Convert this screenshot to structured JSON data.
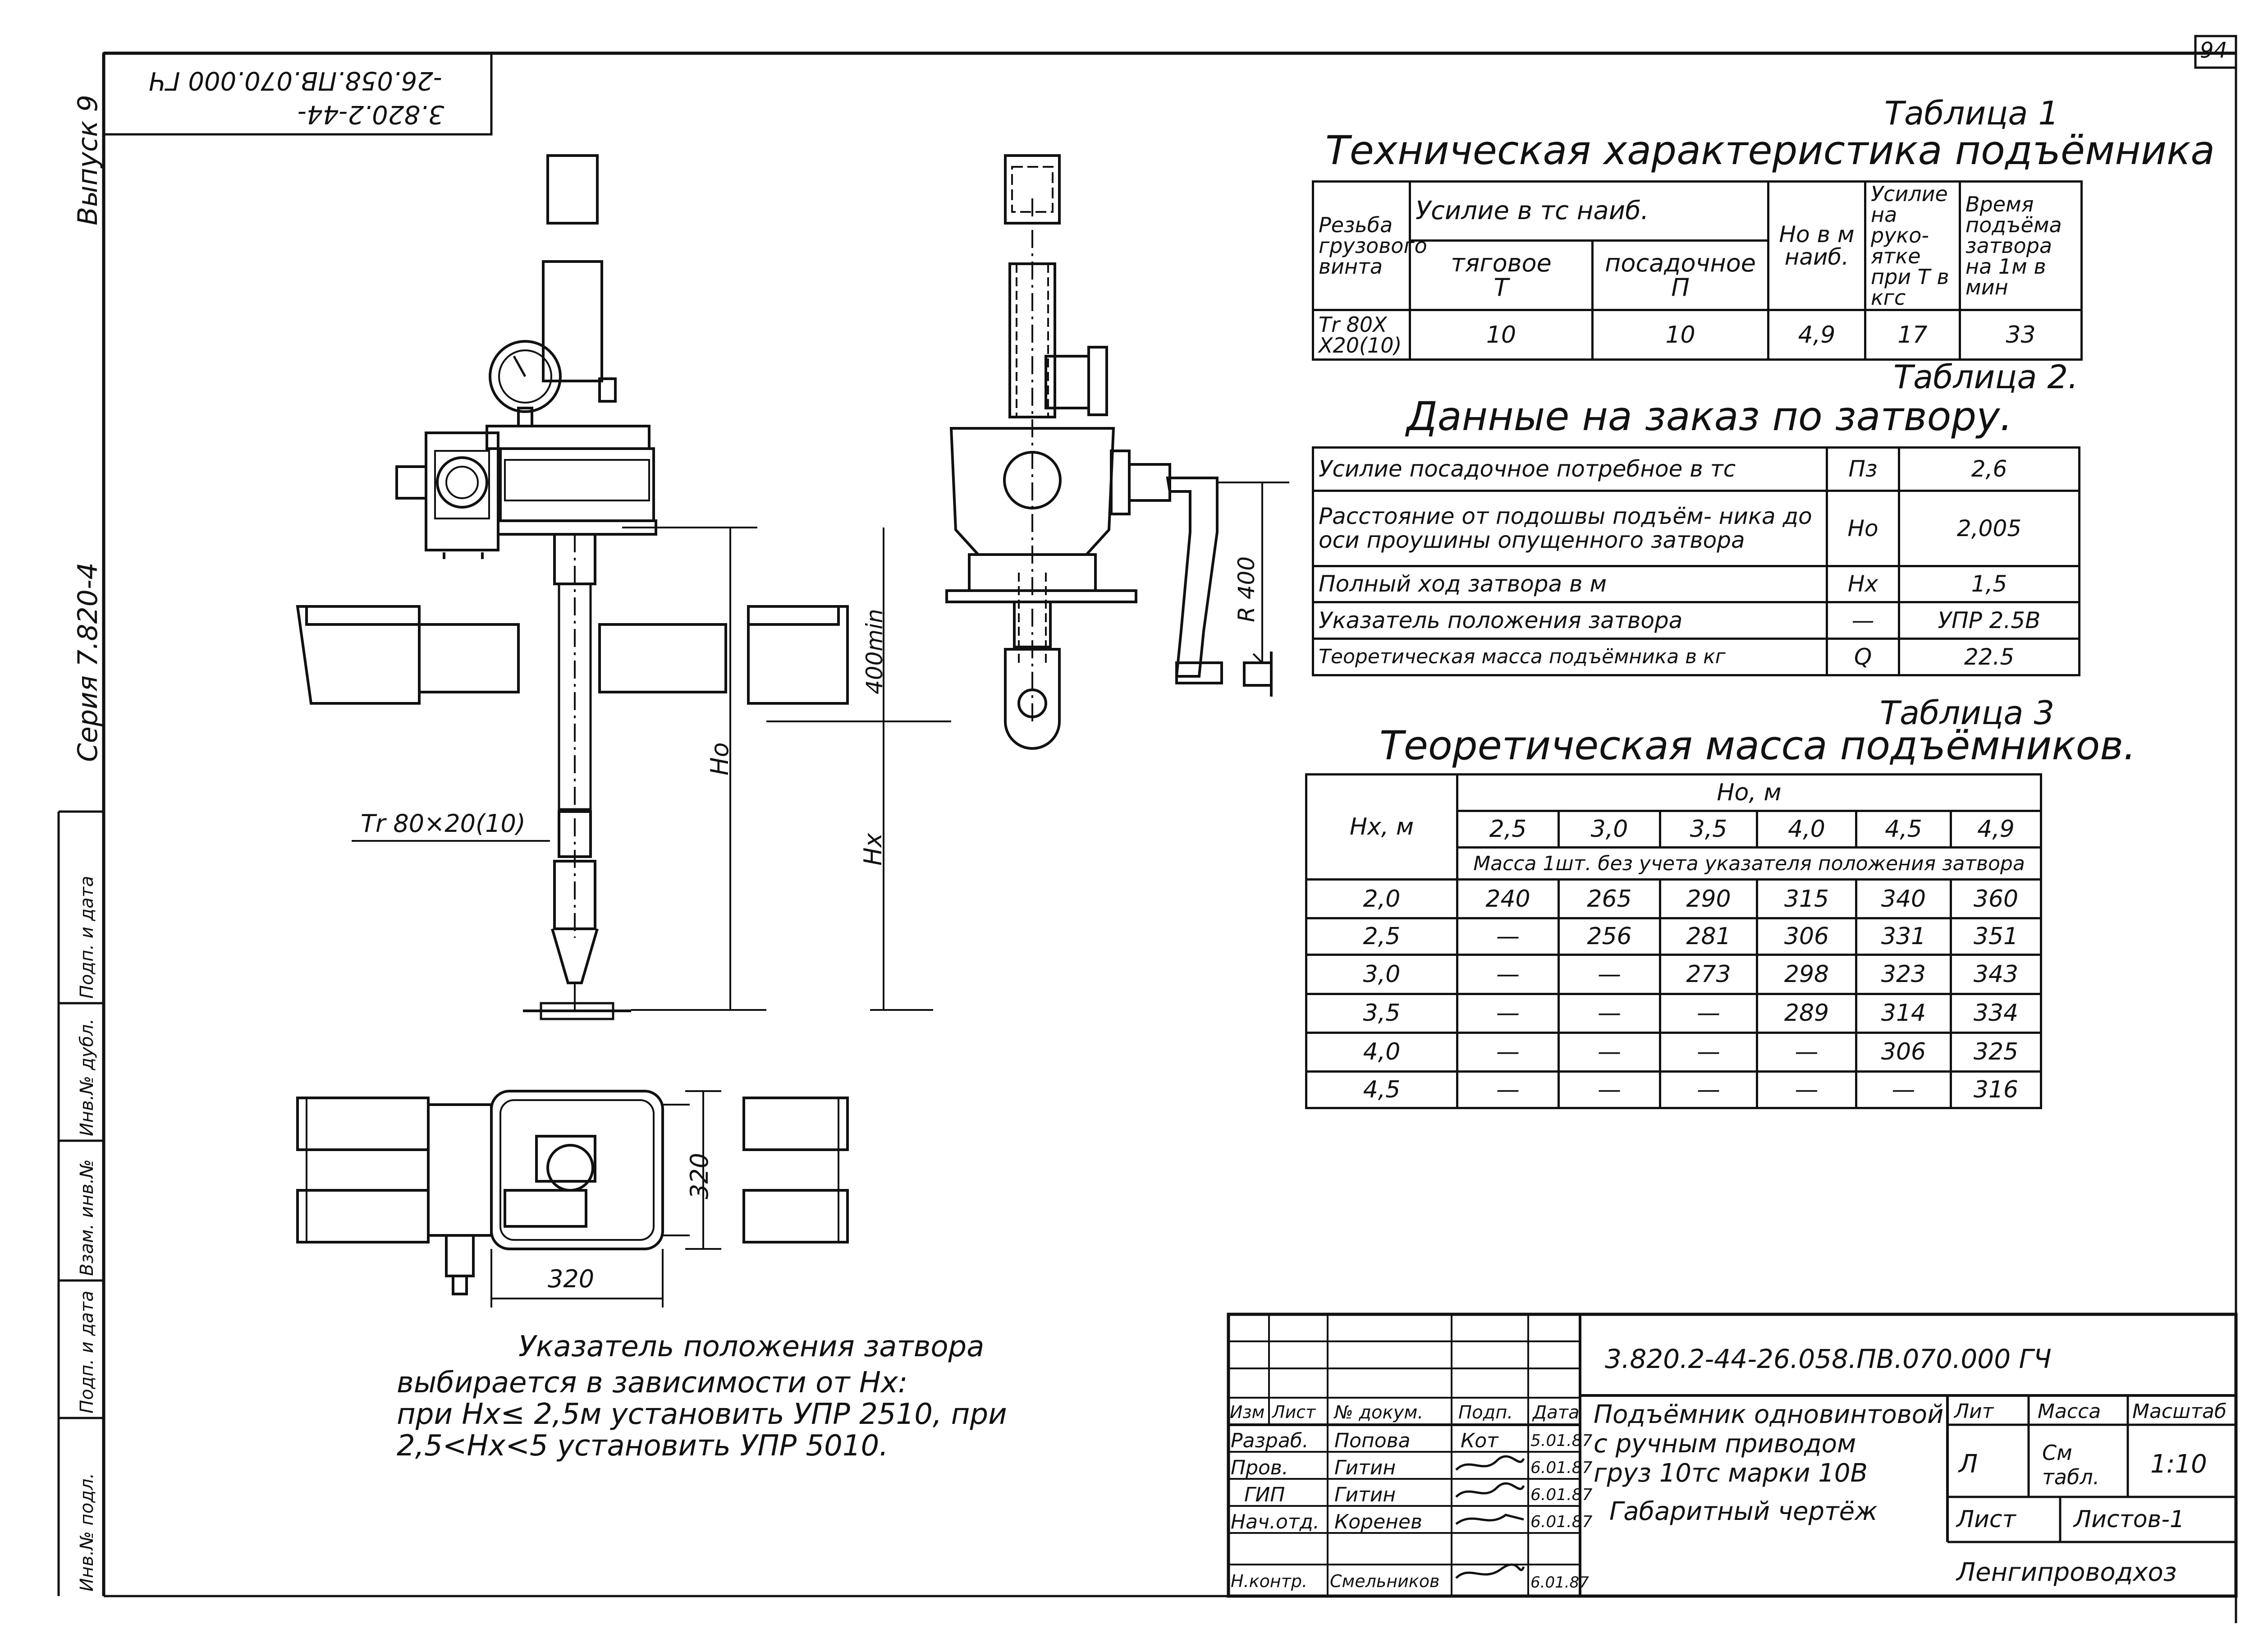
{
  "sheet": {
    "page_number": "94",
    "code_rotated": "3.820.2-44-",
    "code_rotated_2": "-26.058.ПВ.070.000 ГЧ",
    "series": "Серия 7.820-4",
    "issue": "Выпуск 9",
    "margin_labels": [
      "Инв.№ подл.",
      "Подп. и дата",
      "Взам. инв.№",
      "Инв.№ дубл.",
      "Подп. и дата"
    ]
  },
  "table1": {
    "label": "Таблица 1",
    "title": "Техническая характеристика подъёмника",
    "headers": {
      "thread": "Резьба грузового винта",
      "force": "Усилие в тс наиб.",
      "traction": "тяговое",
      "traction_sym": "Т",
      "landing": "посадочное",
      "landing_sym": "П",
      "ho": "Но в м наиб.",
      "handle_force": "Усилие на руко- ятке при Т в кгс",
      "lift_time": "Время подъёма затвора на 1м в мин"
    },
    "row": {
      "thread": "Тr 80Х Х20(10)",
      "traction": "10",
      "landing": "10",
      "ho": "4,9",
      "handle_force": "17",
      "lift_time": "33"
    }
  },
  "table2": {
    "label": "Таблица 2.",
    "title": "Данные на заказ по затвору.",
    "rows": [
      {
        "name": "Усилие посадочное потребное в тс",
        "sym": "Пз",
        "value": "2,6"
      },
      {
        "name": "Расстояние от подошвы подъём- ника до оси проушины опущенного затвора",
        "sym": "Но",
        "value": "2,005"
      },
      {
        "name": "Полный ход затвора в м",
        "sym": "Нх",
        "value": "1,5"
      },
      {
        "name": "Указатель положения затвора",
        "sym": "—",
        "value": "УПР 2.5В"
      },
      {
        "name": "Теоретическая масса подъёмника в кг",
        "sym": "Q",
        "value": "22.5"
      }
    ]
  },
  "table3": {
    "label": "Таблица 3",
    "title": "Теоретическая масса подъёмников.",
    "hx_header": "Нх, м",
    "ho_header": "Но, м",
    "ho_values": [
      "2,5",
      "3,0",
      "3,5",
      "4,0",
      "4,5",
      "4,9"
    ],
    "subheader": "Масса 1шт. без учета указателя положения затвора",
    "rows": [
      {
        "hx": "2,0",
        "values": [
          "240",
          "265",
          "290",
          "315",
          "340",
          "360"
        ]
      },
      {
        "hx": "2,5",
        "values": [
          "—",
          "256",
          "281",
          "306",
          "331",
          "351"
        ]
      },
      {
        "hx": "3,0",
        "values": [
          "—",
          "—",
          "273",
          "298",
          "323",
          "343"
        ]
      },
      {
        "hx": "3,5",
        "values": [
          "—",
          "—",
          "—",
          "289",
          "314",
          "334"
        ]
      },
      {
        "hx": "4,0",
        "values": [
          "—",
          "—",
          "—",
          "—",
          "306",
          "325"
        ]
      },
      {
        "hx": "4,5",
        "values": [
          "—",
          "—",
          "—",
          "—",
          "—",
          "316"
        ]
      }
    ]
  },
  "drawing": {
    "dim_thread": "Тr 80×20(10)",
    "dim_ho": "Но",
    "dim_hx": "Нх",
    "dim_400": "400min",
    "dim_r400": "R 400",
    "dim_320_h": "320",
    "dim_320_v": "320"
  },
  "note": {
    "line1": "Указатель положения затвора",
    "line2": "выбирается в зависимости от Нх:",
    "line3": "при Нх≤ 2,5м установить УПР 2510, при",
    "line4": "2,5<Нх<5 установить УПР 5010."
  },
  "stamp": {
    "doc_code": "3.820.2-44-26.058.ПВ.070.000 ГЧ",
    "name_line1": "Подъёмник одновинтовой",
    "name_line2": "с ручным приводом",
    "name_line3": "груз 10тс марки 10В",
    "name_line4": "Габаритный чертёж",
    "col_izm": "Изм",
    "col_list": "Лист",
    "col_doc": "№ докум.",
    "col_sign": "Подп.",
    "col_date": "Дата",
    "lit_label": "Лит",
    "mass_label": "Масса",
    "scale_label": "Масштаб",
    "lit_value": "Л",
    "mass_value": "См табл.",
    "scale_value": "1:10",
    "sheet_label": "Лист",
    "sheets_label": "Листов-1",
    "org": "Ленгипроводхоз",
    "people": [
      {
        "role": "Разраб.",
        "name": "Попова",
        "sign": "Кот",
        "date": "5.01.87"
      },
      {
        "role": "Пров.",
        "name": "Гитин",
        "sign": "",
        "date": "6.01.87"
      },
      {
        "role": "ГИП",
        "name": "Гитин",
        "sign": "",
        "date": "6.01.87"
      },
      {
        "role": "Нач.отд.",
        "name": "Коренев",
        "sign": "",
        "date": "6.01.87"
      },
      {
        "role": "Н.контр.",
        "name": "Смельников",
        "sign": "",
        "date": "6.01.87"
      }
    ]
  }
}
